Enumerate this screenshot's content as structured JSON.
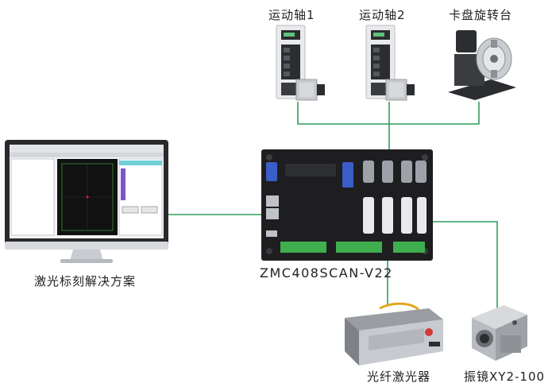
{
  "colors": {
    "wire": "#2f9e5a",
    "controller_body": "#1e1e20",
    "connector_blue": "#3a5dc8",
    "terminal_green": "#3fae4f",
    "monitor_frame": "#2a2a2c",
    "monitor_stand": "#c9ccd0"
  },
  "labels": {
    "axis1": "运动轴1",
    "axis2": "运动轴2",
    "rotary": "卡盘旋转台",
    "software": "激光标刻解决方案",
    "controller_model": "ZMC408SCAN-V22",
    "fiber_laser": "光纤激光器",
    "galvo": "振镜XY2-100"
  },
  "icons": {
    "servo_drive": "servo-drive-icon",
    "servo_motor": "servo-motor-icon",
    "rotary_chuck": "rotary-chuck-icon",
    "monitor": "monitor-icon",
    "controller": "motion-controller-icon",
    "laser_source": "fiber-laser-icon",
    "galvo_head": "galvo-scanner-icon"
  }
}
